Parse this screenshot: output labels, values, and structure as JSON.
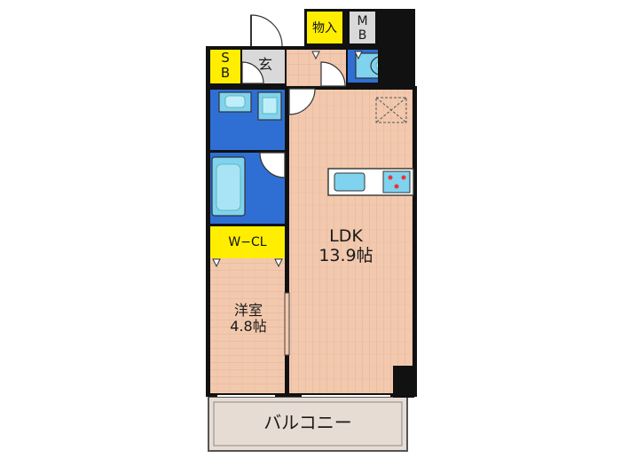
{
  "rooms": {
    "ldk": {
      "name": "LDK",
      "size": "13.9帖"
    },
    "western": {
      "name": "洋室",
      "size": "4.8帖"
    },
    "wcl": {
      "name": "W−CL"
    },
    "storage": {
      "name": "物入"
    },
    "mb": {
      "line1": "M",
      "line2": "B"
    },
    "sb": {
      "line1": "S",
      "line2": "B"
    },
    "entrance": {
      "name": "玄"
    },
    "balcony": {
      "name": "バルコニー"
    }
  },
  "colors": {
    "wood": "#f2c9ae",
    "wood_line": "#e0ad8f",
    "blue_room": "#2f6fd3",
    "fixture": "#7fd3ef",
    "yellow": "#ffee00",
    "wall": "#111111",
    "balcony": "#e7dcd4",
    "gray": "#d9d9d9"
  }
}
